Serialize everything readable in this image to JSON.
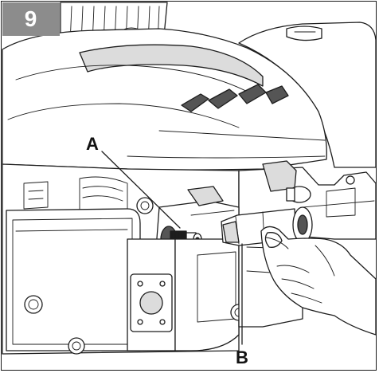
{
  "step": {
    "number": "9"
  },
  "callouts": [
    {
      "id": "A",
      "label": "A"
    },
    {
      "id": "B",
      "label": "B"
    }
  ],
  "colors": {
    "badge_bg": "#8c8c8c",
    "badge_text": "#ffffff",
    "line": "#1d1d1d"
  }
}
